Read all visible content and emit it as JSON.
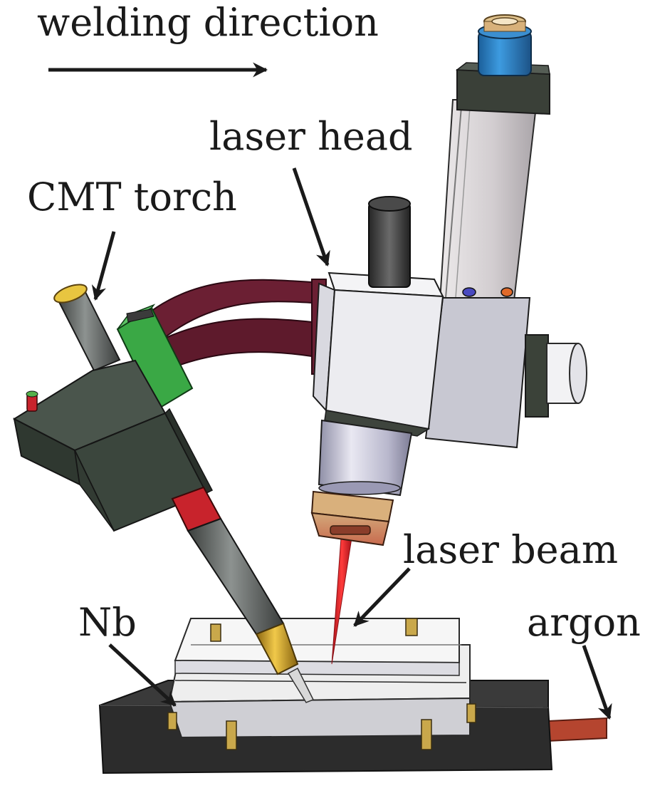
{
  "labels": {
    "welding_direction": "welding direction",
    "laser_head": "laser head",
    "cmt_torch": "CMT torch",
    "laser_beam": "laser beam",
    "nb": "Nb",
    "argon": "argon"
  },
  "colors": {
    "text": "#1a1a1a",
    "arrow": "#1a1a1a",
    "base_plate": "#333333",
    "workpiece": "#f2f2f2",
    "clamp": "#c9a84b",
    "torch_body": "#3d4a40",
    "torch_green": "#3aa845",
    "torch_red": "#c8232c",
    "torch_tip": "#d4a017",
    "cable": "#6b1f33",
    "laser_head_block": "#e6e6e9",
    "laser_head_side": "#c8c8d2",
    "optics_column": "#d6d2d4",
    "collimator_blue": "#2a7fc0",
    "nozzle_copper": "#d9674a",
    "beam": "#d81b22",
    "argon_tube": "#b5452f"
  }
}
